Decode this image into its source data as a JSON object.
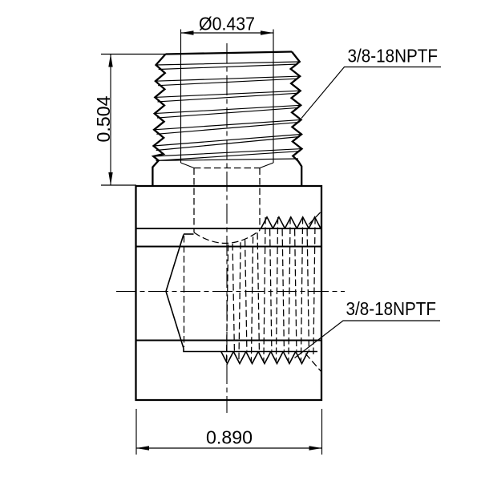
{
  "drawing": {
    "dimensions": {
      "pilot_diameter": "Ø0.437",
      "thread_length": "0.504",
      "body_width": "0.890"
    },
    "labels": {
      "male_thread": "3/8-18NPTF",
      "female_thread": "3/8-18NPTF"
    },
    "colors": {
      "ink": "#000000",
      "background": "#ffffff"
    }
  }
}
